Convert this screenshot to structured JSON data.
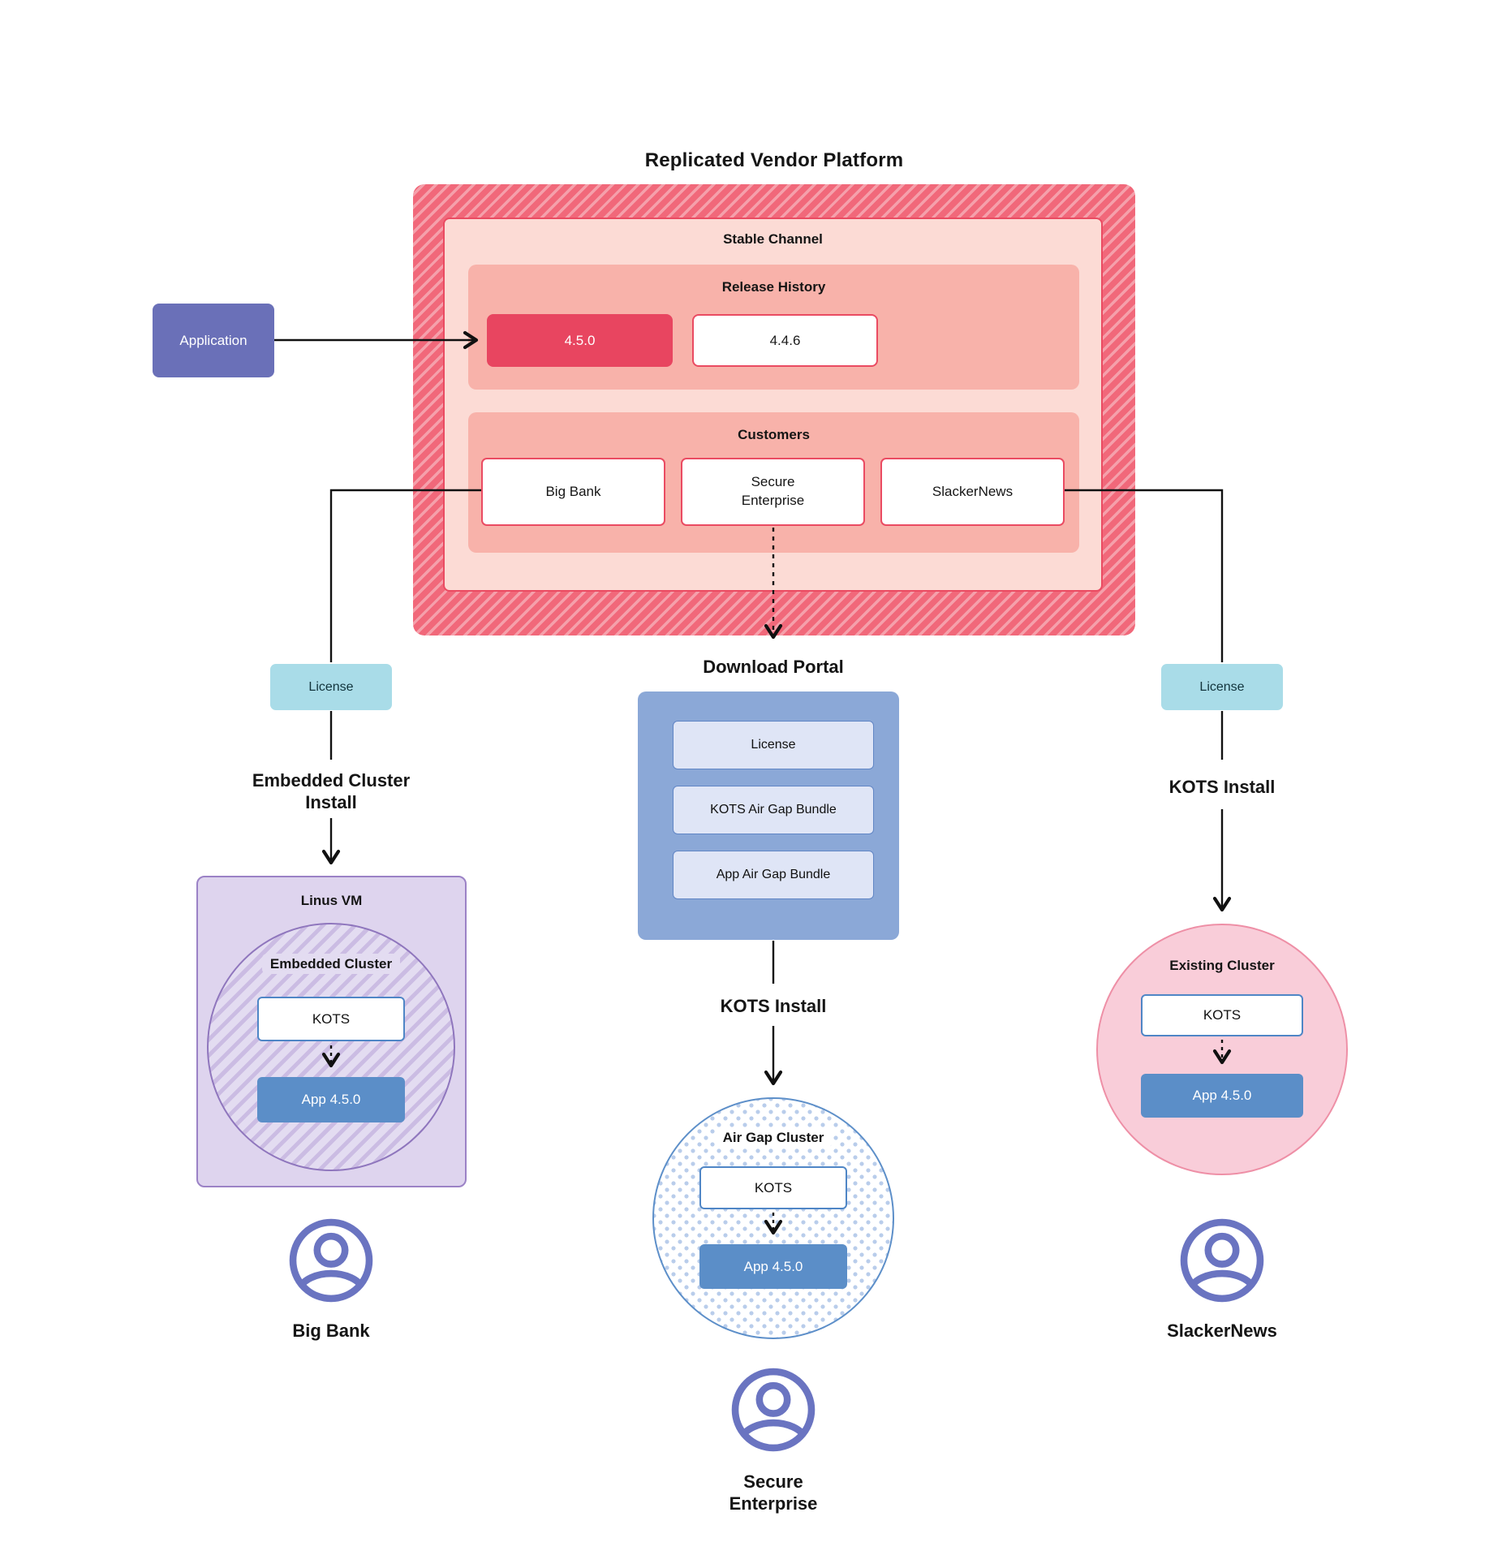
{
  "title": "Replicated Vendor Platform",
  "application": {
    "label": "Application"
  },
  "platform": {
    "stable_channel_label": "Stable Channel",
    "release_history_label": "Release History",
    "releases": [
      {
        "version": "4.5.0"
      },
      {
        "version": "4.4.6"
      }
    ],
    "customers_label": "Customers",
    "customers": [
      "Big Bank",
      "Secure Enterprise",
      "SlackerNews"
    ]
  },
  "left": {
    "license_label": "License",
    "install_label": "Embedded Cluster Install",
    "vm_label": "Linus VM",
    "cluster_label": "Embedded Cluster",
    "kots_label": "KOTS",
    "app_label": "App 4.5.0",
    "customer_label": "Big Bank"
  },
  "middle": {
    "portal_title": "Download Portal",
    "portal_items": [
      "License",
      "KOTS Air Gap Bundle",
      "App Air Gap Bundle"
    ],
    "install_label": "KOTS Install",
    "cluster_label": "Air Gap Cluster",
    "kots_label": "KOTS",
    "app_label": "App 4.5.0",
    "customer_label": "Secure Enterprise"
  },
  "right": {
    "license_label": "License",
    "install_label": "KOTS Install",
    "cluster_label": "Existing Cluster",
    "kots_label": "KOTS",
    "app_label": "App 4.5.0",
    "customer_label": "SlackerNews"
  },
  "colors": {
    "hatch_dark": "#f1687a",
    "hatch_light": "#f5a0ab",
    "channel_bg": "#fcdbd5",
    "channel_border": "#ea4b62",
    "section_bg": "#f8b2aa",
    "release_highlight_bg": "#e84560",
    "application_bg": "#6a70b8",
    "license_bg": "#a9dce8",
    "portal_bg": "#8ba8d7",
    "portal_item_bg": "#dfe5f6",
    "kots_border": "#4f86c6",
    "app_box_bg": "#5b8ec8",
    "vm_bg": "#ded4ee",
    "vm_border": "#9b82c6",
    "vm_hatch": "#cbbce3",
    "existing_cluster_bg": "#f9cdd9",
    "existing_cluster_border": "#ee8fa6",
    "air_gap_dot": "#b9cdeb",
    "user_icon": "#6a74c1",
    "connector": "#111111"
  }
}
